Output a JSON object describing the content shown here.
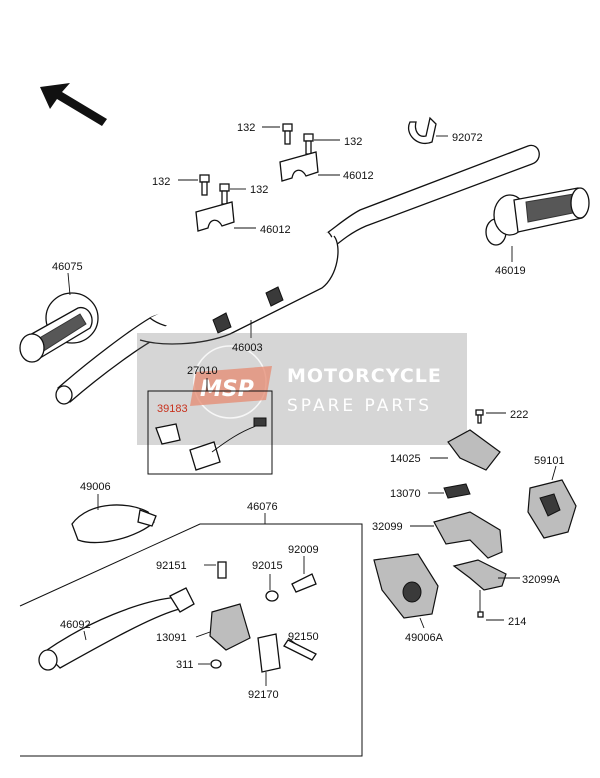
{
  "watermark": {
    "logo": "MSP",
    "title": "MOTORCYCLE",
    "subtitle": "SPARE PARTS"
  },
  "labels": {
    "p132a": "132",
    "p132b": "132",
    "p132c": "132",
    "p132d": "132",
    "p92072": "92072",
    "p46012a": "46012",
    "p46012b": "46012",
    "p46075": "46075",
    "p46019": "46019",
    "p46003": "46003",
    "p27010": "27010",
    "p39183": "39183",
    "p222": "222",
    "p14025": "14025",
    "p59101": "59101",
    "p13070": "13070",
    "p49006": "49006",
    "p46076": "46076",
    "p32099": "32099",
    "p32099A": "32099A",
    "p92151": "92151",
    "p92015": "92015",
    "p92009": "92009",
    "p46092": "46092",
    "p13091": "13091",
    "p92150": "92150",
    "p311": "311",
    "p92170": "92170",
    "p214": "214",
    "p49006A": "49006A"
  }
}
